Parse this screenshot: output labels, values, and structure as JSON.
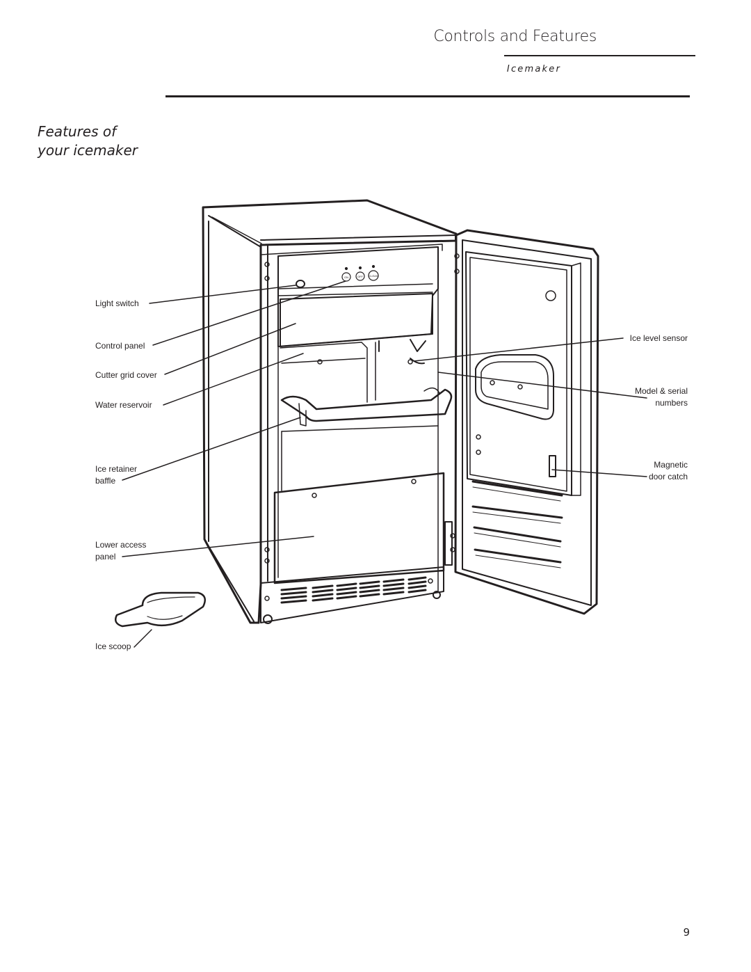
{
  "header": {
    "title": "Controls and Features",
    "subtitle": "Icemaker"
  },
  "section": {
    "title_line1": "Features of",
    "title_line2": "your icemaker"
  },
  "callouts": {
    "light_switch": "Light switch",
    "control_panel": "Control panel",
    "cutter_grid_cover": "Cutter grid cover",
    "water_reservoir": "Water reservoir",
    "ice_retainer_baffle_1": "Ice retainer",
    "ice_retainer_baffle_2": "baffle",
    "lower_access_panel_1": "Lower access",
    "lower_access_panel_2": "panel",
    "ice_scoop": "Ice scoop",
    "ice_level_sensor": "Ice level sensor",
    "model_serial_1": "Model & serial",
    "model_serial_2": "numbers",
    "magnetic_catch_1": "Magnetic",
    "magnetic_catch_2": "door catch"
  },
  "control_panel_buttons": {
    "on": "ON",
    "off": "OFF",
    "clean": "CLEAN"
  },
  "page_number": "9"
}
